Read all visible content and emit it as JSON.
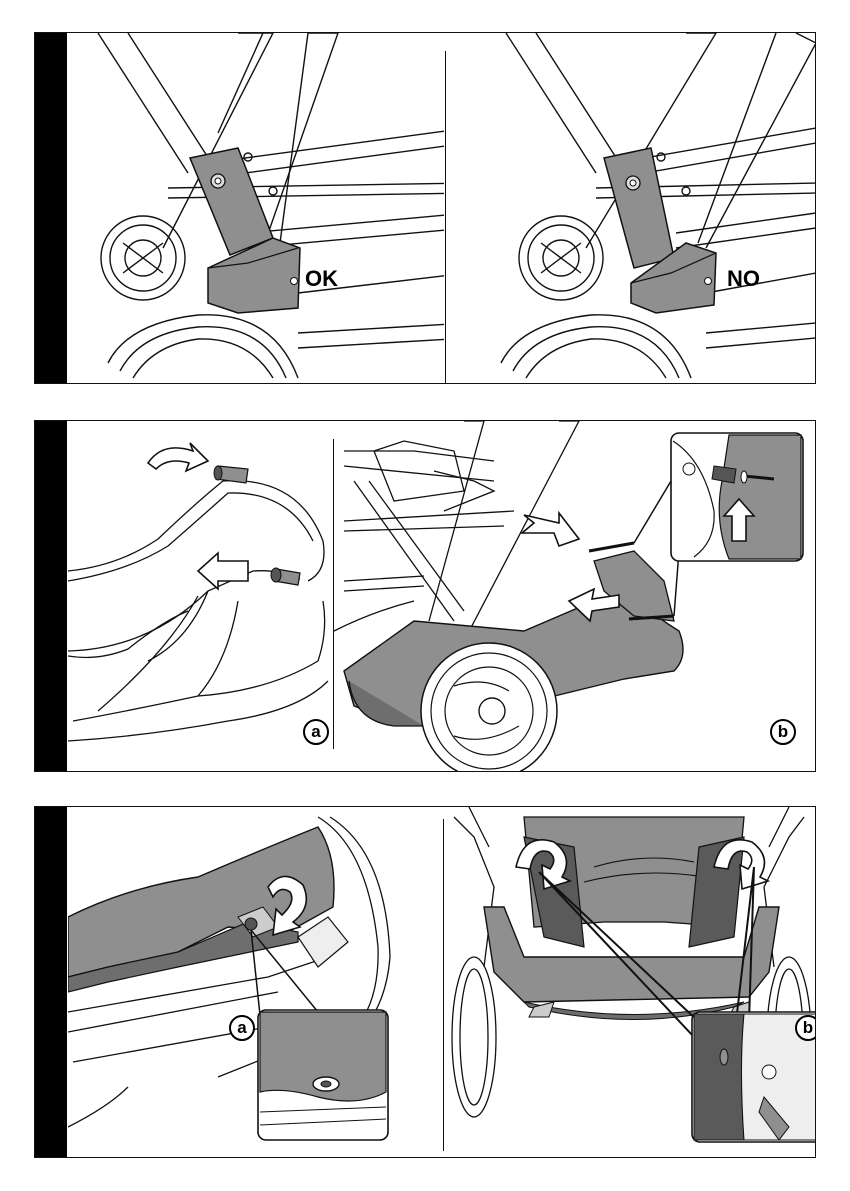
{
  "panel1": {
    "left_label": "OK",
    "right_label": "NO"
  },
  "panel2": {
    "left_callout": "a",
    "right_callout": "b"
  },
  "panel3": {
    "left_callout": "a",
    "right_callout": "b"
  },
  "colors": {
    "frame": "#111111",
    "sidebar": "#000000",
    "fabric": "#8f8f8f",
    "fabric_dark": "#6e6e6e",
    "mesh": "#5a5a5a"
  }
}
